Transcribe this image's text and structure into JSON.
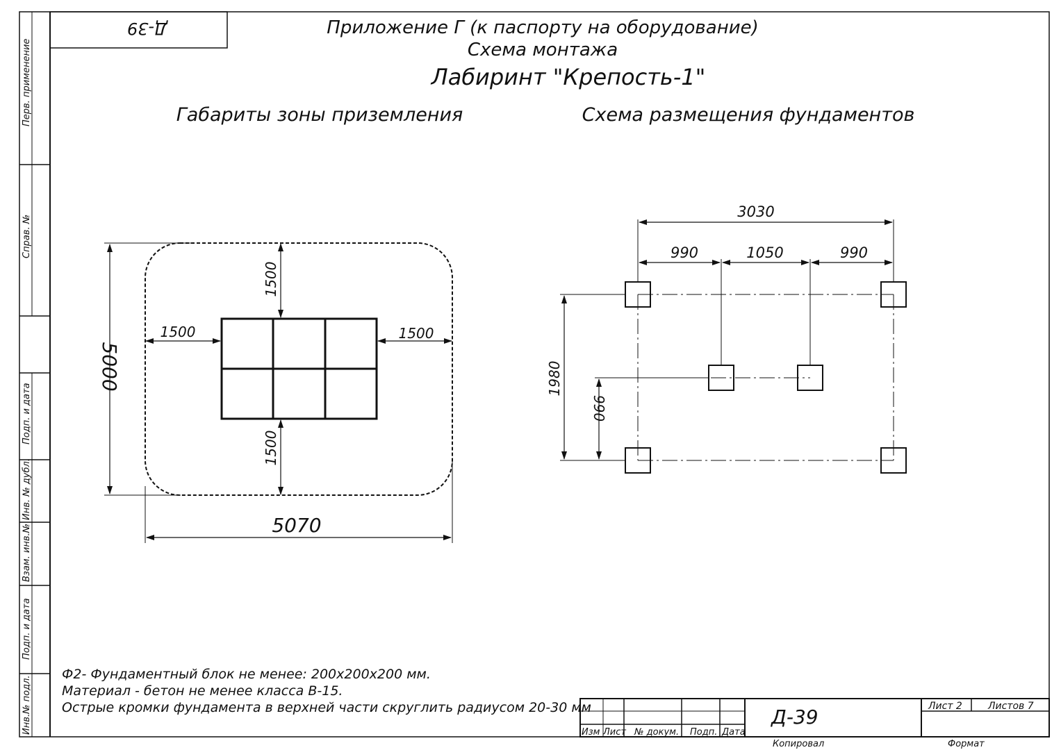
{
  "sheet": {
    "corner_code": "Д-39",
    "title_line1": "Приложение Г (к паспорту на оборудование)",
    "title_line2": "Схема монтажа",
    "title_line3": "Лабиринт \"Крепость-1\""
  },
  "margin_labels": {
    "perv_primenenie": "Перв. применение",
    "sprav_no": "Справ. №",
    "podp_i_data_1": "Подп. и дата",
    "inv_no_dubl": "Инв. № дубл.",
    "vzam_inv_no": "Взам. инв.№",
    "podp_i_data_2": "Подп. и дата",
    "inv_no_podl": "Инв.№ подл."
  },
  "left_diagram": {
    "heading": "Габариты зоны приземления",
    "dim_height": "5000",
    "dim_width": "5070",
    "dim_top": "1500",
    "dim_bottom": "1500",
    "dim_left": "1500",
    "dim_right": "1500"
  },
  "right_diagram": {
    "heading": "Схема размещения фундаментов",
    "dim_total": "3030",
    "dim_seg1": "990",
    "dim_seg2": "1050",
    "dim_seg3": "990",
    "dim_vert_total": "1980",
    "dim_vert_half": "990"
  },
  "notes": {
    "line1": "Ф2- Фундаментный блок не менее: 200х200х200 мм.",
    "line2": "Материал - бетон не менее класса В-15.",
    "line3": "Острые кромки фундамента в верхней части скруглить радиусом 20-30 мм"
  },
  "title_block": {
    "code": "Д-39",
    "sheet_label": "Лист 2",
    "sheets_label": "Листов 7",
    "col_izm": "Изм",
    "col_list": "Лист",
    "col_doc": "№ докум.",
    "col_podp": "Подп.",
    "col_data": "Дата",
    "kopiroval": "Копировал",
    "format": "Формат"
  }
}
